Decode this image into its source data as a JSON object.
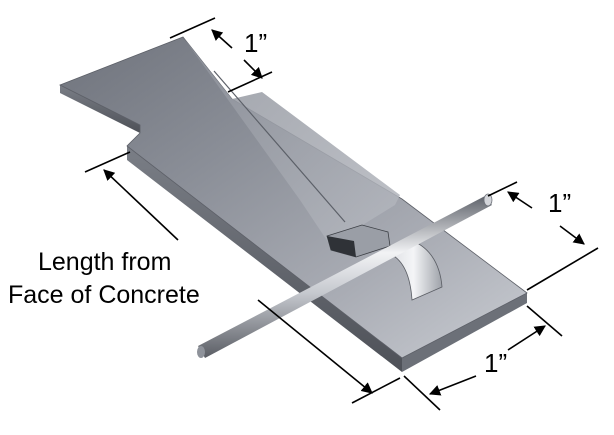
{
  "labels": {
    "top_dimension": "1”",
    "right_dimension": "1”",
    "bottom_dimension": "1”",
    "length_line1": "Length from",
    "length_line2": "Face of Concrete"
  },
  "colors": {
    "plate_top_light": "#c3c6cd",
    "plate_top_dark": "#7b7f88",
    "plate_edge": "#5d6068",
    "rod_light": "#e6e8ec",
    "rod_dark": "#6f737b",
    "dimension_line": "#000000",
    "background": "#ffffff"
  }
}
